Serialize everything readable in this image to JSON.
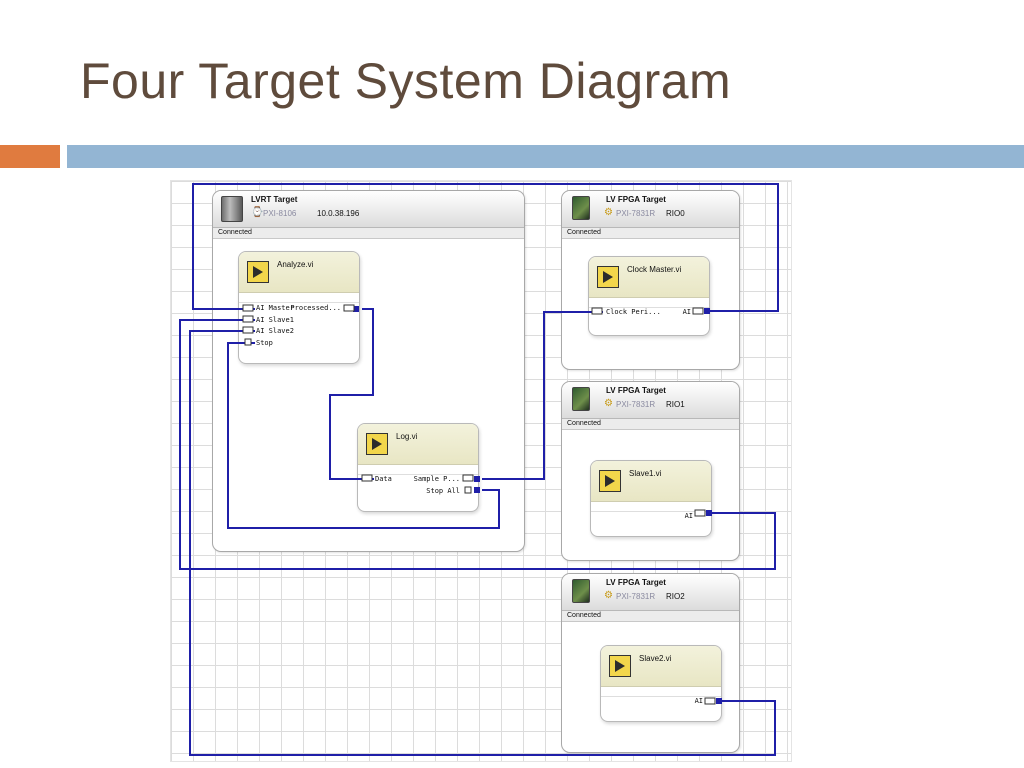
{
  "slide": {
    "title": "Four Target System Diagram"
  },
  "colors": {
    "title": "#5f4b3c",
    "accent_orange": "#e07b3f",
    "accent_blue": "#93b5d3",
    "wire": "#1f1fa8",
    "vi_header": "#efedd2"
  },
  "targets": {
    "lvrt": {
      "name": "LVRT Target",
      "model": "PXI-8106",
      "address": "10.0.38.196",
      "status": "Connected",
      "icon": "pxi-controller-icon"
    },
    "fpga0": {
      "name": "LV FPGA Target",
      "model": "PXI-7831R",
      "resource": "RIO0",
      "status": "Connected",
      "icon": "fpga-card-icon"
    },
    "fpga1": {
      "name": "LV FPGA Target",
      "model": "PXI-7831R",
      "resource": "RIO1",
      "status": "Connected",
      "icon": "fpga-card-icon"
    },
    "fpga2": {
      "name": "LV FPGA Target",
      "model": "PXI-7831R",
      "resource": "RIO2",
      "status": "Connected",
      "icon": "fpga-card-icon"
    }
  },
  "vis": {
    "analyze": {
      "name": "Analyze.vi",
      "inputs": [
        "AI Master",
        "AI Slave1",
        "AI Slave2",
        "Stop"
      ],
      "outputs": [
        "Processed..."
      ]
    },
    "log": {
      "name": "Log.vi",
      "inputs": [
        "Data"
      ],
      "outputs": [
        "Sample P...",
        "Stop All"
      ]
    },
    "clock_master": {
      "name": "Clock Master.vi",
      "inputs": [
        "Clock Peri..."
      ],
      "outputs": [
        "AI"
      ]
    },
    "slave1": {
      "name": "Slave1.vi",
      "outputs": [
        "AI"
      ]
    },
    "slave2": {
      "name": "Slave2.vi",
      "outputs": [
        "AI"
      ]
    }
  },
  "connections": [
    {
      "from": "Clock Master.vi AI",
      "to": "Analyze.vi AI Master"
    },
    {
      "from": "Slave1.vi AI",
      "to": "Analyze.vi AI Slave1"
    },
    {
      "from": "Slave2.vi AI",
      "to": "Analyze.vi AI Slave2"
    },
    {
      "from": "Analyze.vi Processed...",
      "to": "Log.vi Data"
    },
    {
      "from": "Log.vi Sample P...",
      "to": "Clock Master.vi Clock Peri..."
    },
    {
      "from": "Log.vi Stop All",
      "to": "Analyze.vi Stop"
    }
  ]
}
